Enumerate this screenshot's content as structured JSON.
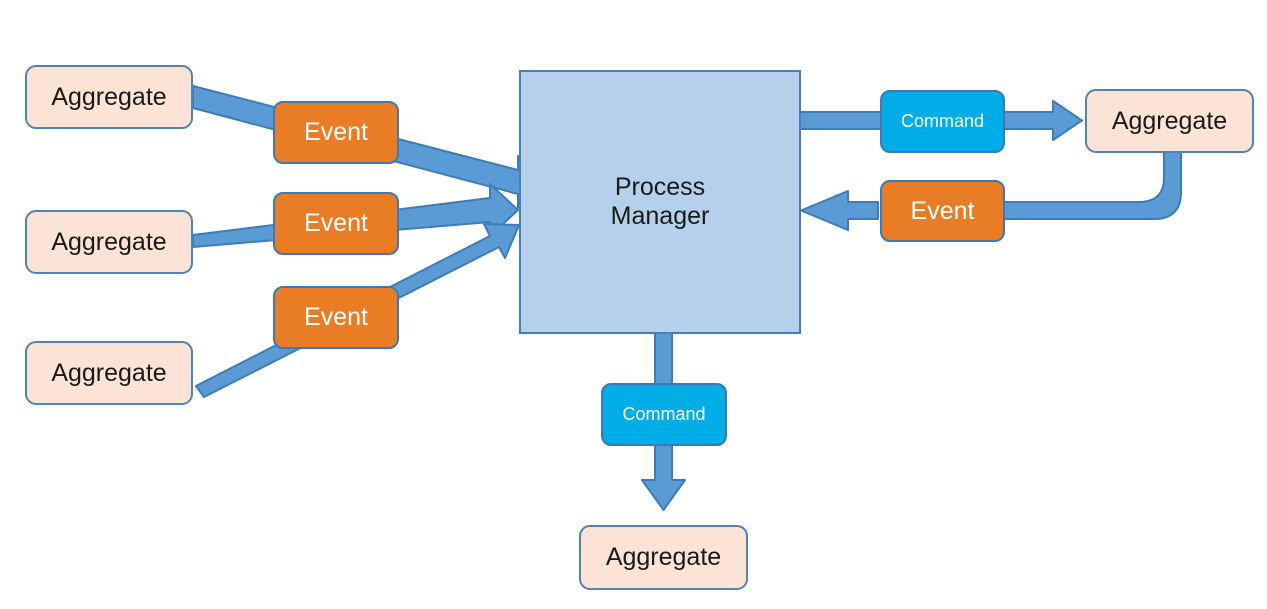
{
  "diagram": {
    "title": "Process Manager",
    "colors": {
      "aggregate_fill": "#fbe3d5",
      "aggregate_border": "#5183b5",
      "event_fill": "#e87d26",
      "command_fill": "#00ade6",
      "process_manager_fill": "#b4d0ea",
      "process_manager_border": "#4a7ebb",
      "arrow_fill": "#5b9bd5",
      "arrow_border": "#3c7cb8",
      "background": "#ffffff"
    },
    "nodes": {
      "process_manager": {
        "label_line1": "Process",
        "label_line2": "Manager",
        "type": "process-manager"
      },
      "left_aggregates": [
        {
          "label": "Aggregate",
          "type": "aggregate"
        },
        {
          "label": "Aggregate",
          "type": "aggregate"
        },
        {
          "label": "Aggregate",
          "type": "aggregate"
        }
      ],
      "left_events": [
        {
          "label": "Event",
          "type": "event"
        },
        {
          "label": "Event",
          "type": "event"
        },
        {
          "label": "Event",
          "type": "event"
        }
      ],
      "right_command": {
        "label": "Command",
        "type": "command"
      },
      "right_aggregate": {
        "label": "Aggregate",
        "type": "aggregate"
      },
      "right_event": {
        "label": "Event",
        "type": "event"
      },
      "bottom_command": {
        "label": "Command",
        "type": "command"
      },
      "bottom_aggregate": {
        "label": "Aggregate",
        "type": "aggregate"
      }
    },
    "edges": [
      {
        "from": "Aggregate 1",
        "via": "Event",
        "to": "Process Manager",
        "direction": "right"
      },
      {
        "from": "Aggregate 2",
        "via": "Event",
        "to": "Process Manager",
        "direction": "right"
      },
      {
        "from": "Aggregate 3",
        "via": "Event",
        "to": "Process Manager",
        "direction": "right"
      },
      {
        "from": "Process Manager",
        "via": "Command",
        "to": "Aggregate",
        "direction": "right"
      },
      {
        "from": "Aggregate",
        "via": "Event",
        "to": "Process Manager",
        "direction": "left"
      },
      {
        "from": "Process Manager",
        "via": "Command",
        "to": "Aggregate",
        "direction": "down"
      }
    ]
  }
}
